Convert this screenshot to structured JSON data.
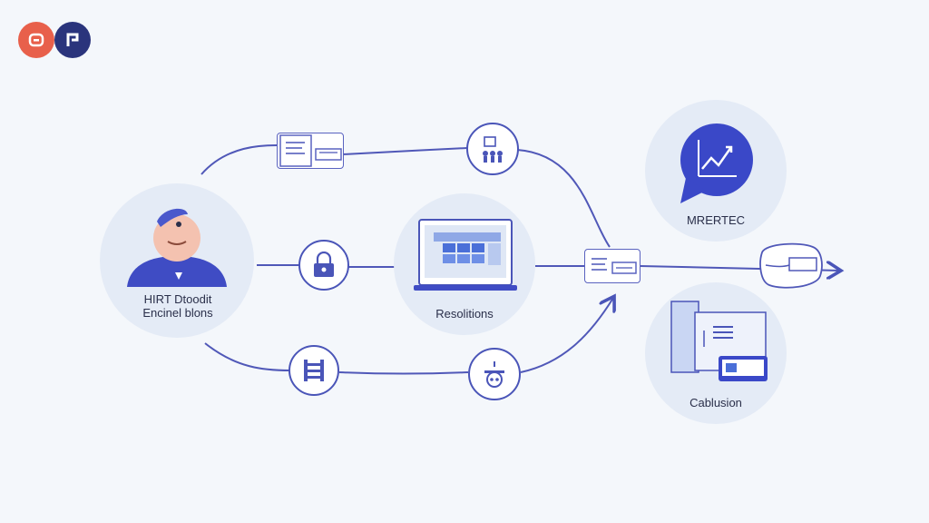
{
  "diagram": {
    "nodes": {
      "person": {
        "label_line1": "HIRT Dtoodit",
        "label_line2": "Encinel blons"
      },
      "resolutions": {
        "label": "Resolitions"
      },
      "marketing": {
        "label": "MRERTEC"
      },
      "calibration": {
        "label": "Cablusion"
      }
    },
    "icons": [
      "document-icon",
      "chart-people-icon",
      "lock-icon",
      "layers-icon",
      "robot-icon",
      "laptop-icon",
      "chart-bubble-icon",
      "vr-headset-icon",
      "dashboard-icon"
    ],
    "colors": {
      "accent": "#4a55b8",
      "node_fill": "#e4ebf6",
      "logo_orange": "#e8604b",
      "logo_navy": "#2a347c",
      "background": "#f4f7fb"
    }
  }
}
